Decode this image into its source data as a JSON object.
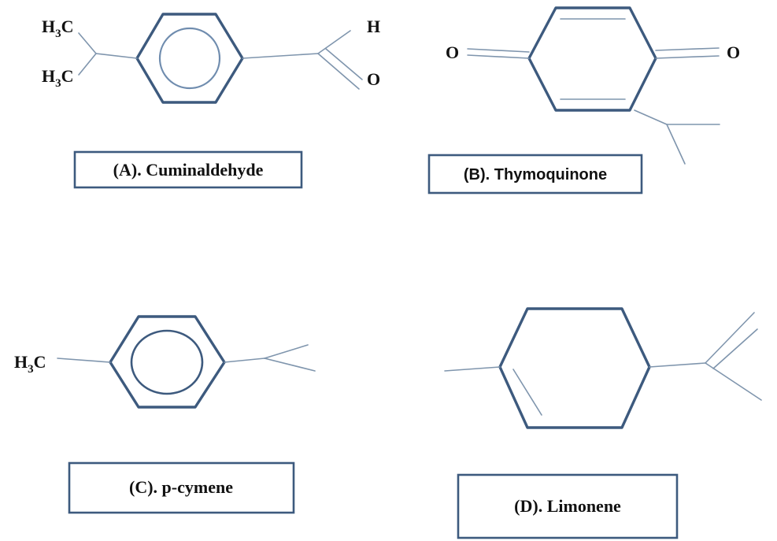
{
  "compounds": {
    "a": {
      "label": "(A). Cuminaldehyde",
      "atoms": {
        "methyl_top": "H",
        "methyl_top_sub": "3",
        "methyl_top_c": "C",
        "methyl_bottom": "H",
        "methyl_bottom_sub": "3",
        "methyl_bottom_c": "C",
        "hydrogen": "H",
        "oxygen": "O"
      }
    },
    "b": {
      "label": "(B). Thymoquinone",
      "atoms": {
        "oxygen_left": "O",
        "oxygen_right": "O"
      }
    },
    "c": {
      "label": "(C). p-cymene",
      "atoms": {
        "methyl": "H",
        "methyl_sub": "3",
        "methyl_c": "C"
      }
    },
    "d": {
      "label": "(D). Limonene"
    }
  }
}
